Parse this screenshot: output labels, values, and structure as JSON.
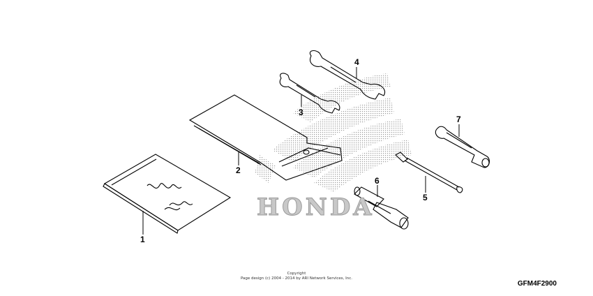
{
  "diagram": {
    "callouts": [
      {
        "id": "1",
        "label": "1"
      },
      {
        "id": "2",
        "label": "2"
      },
      {
        "id": "3",
        "label": "3"
      },
      {
        "id": "4",
        "label": "4"
      },
      {
        "id": "5",
        "label": "5"
      },
      {
        "id": "6",
        "label": "6"
      },
      {
        "id": "7",
        "label": "7"
      }
    ],
    "watermark": "HONDA",
    "copyright_title": "Copyright",
    "copyright_line": "Page design (c) 2004 - 2014 by ARI Network Services, Inc.",
    "diagram_code": "GFM4F2900"
  },
  "colors": {
    "line": "#000000",
    "watermark": "#c8c8c8"
  }
}
